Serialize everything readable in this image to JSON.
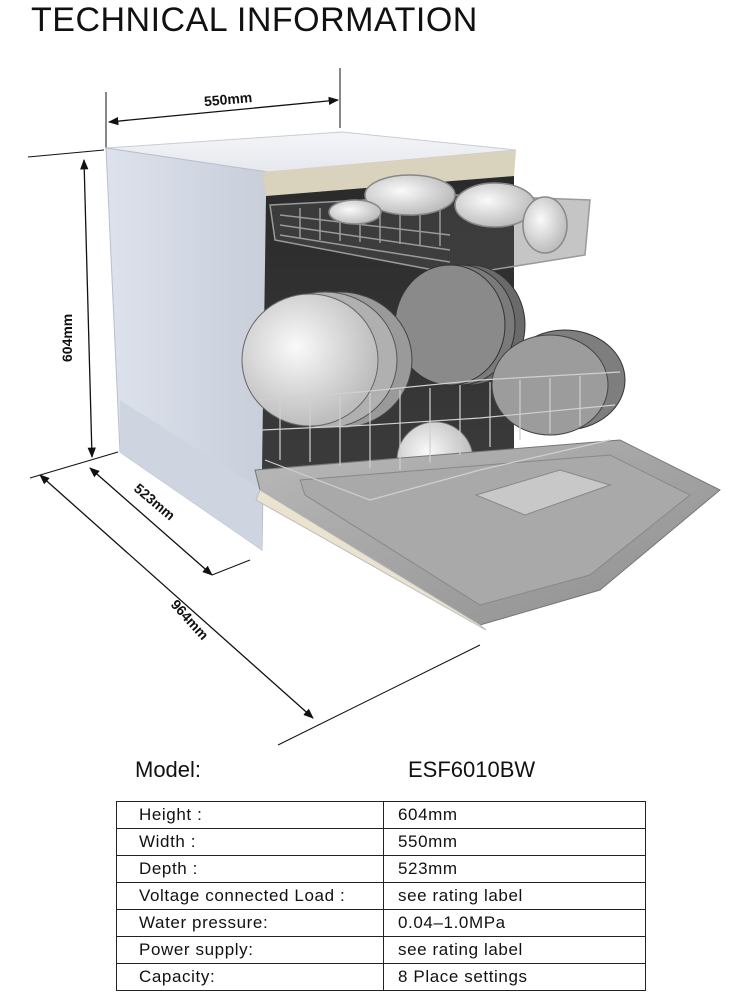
{
  "title": "TECHNICAL INFORMATION",
  "figure": {
    "icon": "dishwasher-illustration",
    "dimensions": {
      "width_label": "550mm",
      "height_label": "604mm",
      "depth_label": "523mm",
      "depth_open_label": "964mm"
    }
  },
  "model": {
    "label": "Model:",
    "value": "ESF6010BW"
  },
  "specs": [
    {
      "key": "Height :",
      "value": "604mm"
    },
    {
      "key": "Width :",
      "value": "550mm"
    },
    {
      "key": "Depth :",
      "value": "523mm"
    },
    {
      "key": "Voltage connected Load :",
      "value": "see rating label"
    },
    {
      "key": "Water pressure:",
      "value": "0.04–1.0MPa"
    },
    {
      "key": "Power supply:",
      "value": "see rating label"
    },
    {
      "key": "Capacity:",
      "value": "8 Place settings"
    }
  ]
}
